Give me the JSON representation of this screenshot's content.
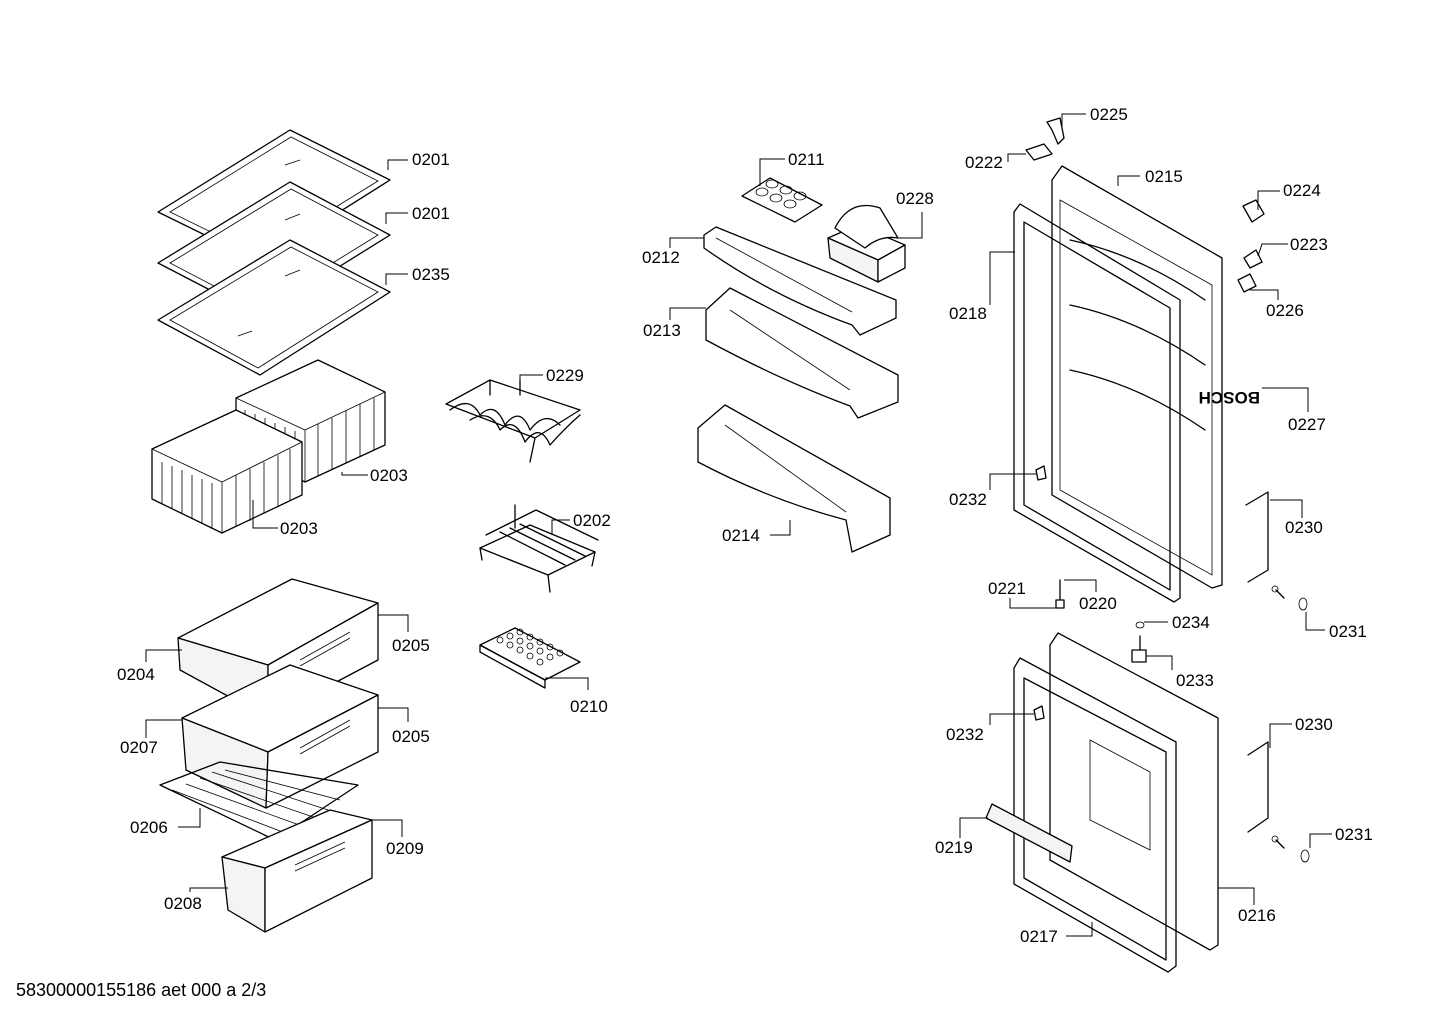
{
  "footer_text": "58300000155186 aet 000 a 2/3",
  "brand_text": "BOSCH",
  "labels": [
    "0201",
    "0201",
    "0235",
    "0203",
    "0203",
    "0229",
    "0202",
    "0210",
    "0205",
    "0204",
    "0207",
    "0205",
    "0206",
    "0209",
    "0208",
    "0211",
    "0228",
    "0212",
    "0213",
    "0214",
    "0225",
    "0222",
    "0215",
    "0224",
    "0223",
    "0226",
    "0218",
    "0227",
    "0232",
    "0230",
    "0221",
    "0220",
    "0234",
    "0231",
    "0233",
    "0232",
    "0230",
    "0219",
    "0231",
    "0216",
    "0217"
  ]
}
